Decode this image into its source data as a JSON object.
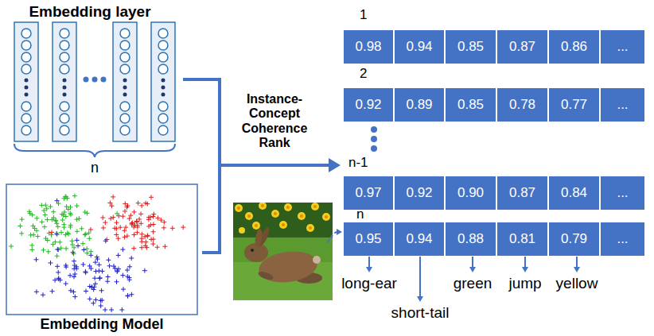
{
  "diagram": {
    "nodes": [
      {
        "text": [
          "1"
        ]
      },
      {
        "text": [
          "0.98"
        ],
        "in": 0
      },
      {
        "text": [
          "0.94"
        ],
        "in": 0
      },
      {
        "text": [
          "0.85"
        ],
        "in": 0
      },
      {
        "text": [
          "0.87"
        ],
        "in": 0
      },
      {
        "text": [
          "0.86"
        ],
        "in": 0
      },
      {
        "text": [
          "..."
        ],
        "in": 0
      },
      {
        "text": [
          "2"
        ]
      },
      {
        "text": [
          "0.92"
        ],
        "in": 7
      },
      {
        "text": [
          "0.89"
        ],
        "in": 7
      },
      {
        "text": [
          "0.85"
        ],
        "in": 7
      },
      {
        "text": [
          "0.78"
        ],
        "in": 7
      },
      {
        "text": [
          "0.77"
        ],
        "in": 7
      },
      {
        "text": [
          "..."
        ],
        "in": 7
      },
      {
        "text": [
          "n-1"
        ]
      },
      {
        "text": [
          "0.97"
        ],
        "in": 14
      },
      {
        "text": [
          "0.92"
        ],
        "in": 14
      },
      {
        "text": [
          "0.90"
        ],
        "in": 14
      },
      {
        "text": [
          "0.87"
        ],
        "in": 14
      },
      {
        "text": [
          "0.84"
        ],
        "in": 14
      },
      {
        "text": [
          "..."
        ],
        "in": 14
      },
      {
        "text": [
          "n"
        ]
      },
      {
        "text": [
          "0.95"
        ],
        "in": 21
      },
      {
        "text": [
          "0.94"
        ],
        "in": 21
      },
      {
        "text": [
          "0.88"
        ],
        "in": 21
      },
      {
        "text": [
          "0.81"
        ],
        "in": 21
      },
      {
        "text": [
          "0.79"
        ],
        "in": 21
      },
      {
        "text": [
          "..."
        ],
        "in": 21
      }
    ],
    "labels": [
      "Embedding layer",
      "n",
      "Embedding Model",
      "Instance-Concept Coherence Rank",
      "long-ear",
      "short-tail",
      "green",
      "jump",
      "yellow"
    ]
  }
}
